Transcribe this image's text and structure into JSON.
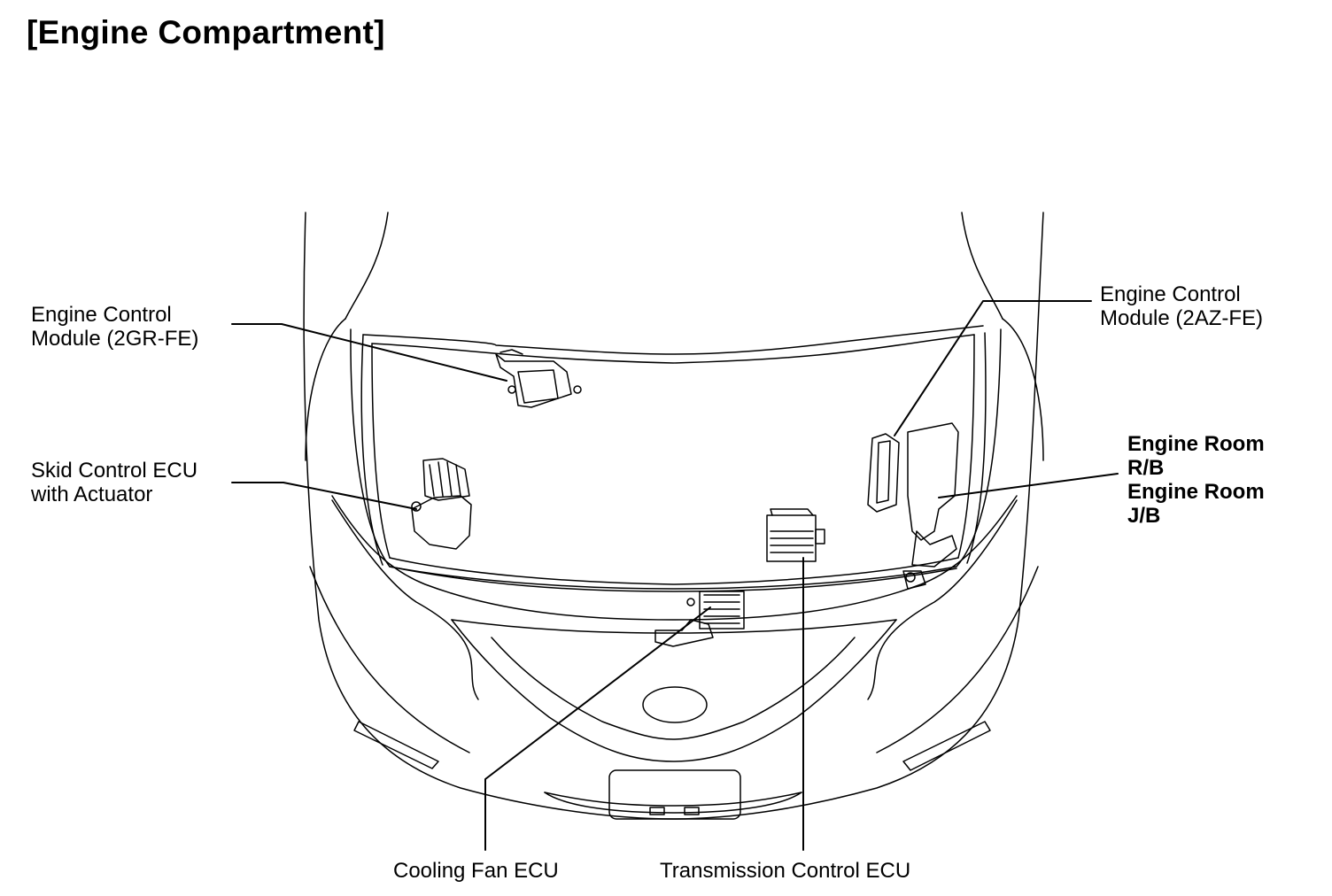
{
  "title": "[Engine Compartment]",
  "labels": {
    "ecm_2gr": [
      "Engine Control",
      "Module (2GR-FE)"
    ],
    "skid": [
      "Skid Control ECU",
      "with Actuator"
    ],
    "ecm_2az": [
      "Engine Control",
      "Module (2AZ-FE)"
    ],
    "engine_room": [
      "Engine Room",
      "R/B",
      "Engine Room",
      "J/B"
    ],
    "cooling_fan": "Cooling Fan ECU",
    "transmission": "Transmission Control ECU"
  }
}
